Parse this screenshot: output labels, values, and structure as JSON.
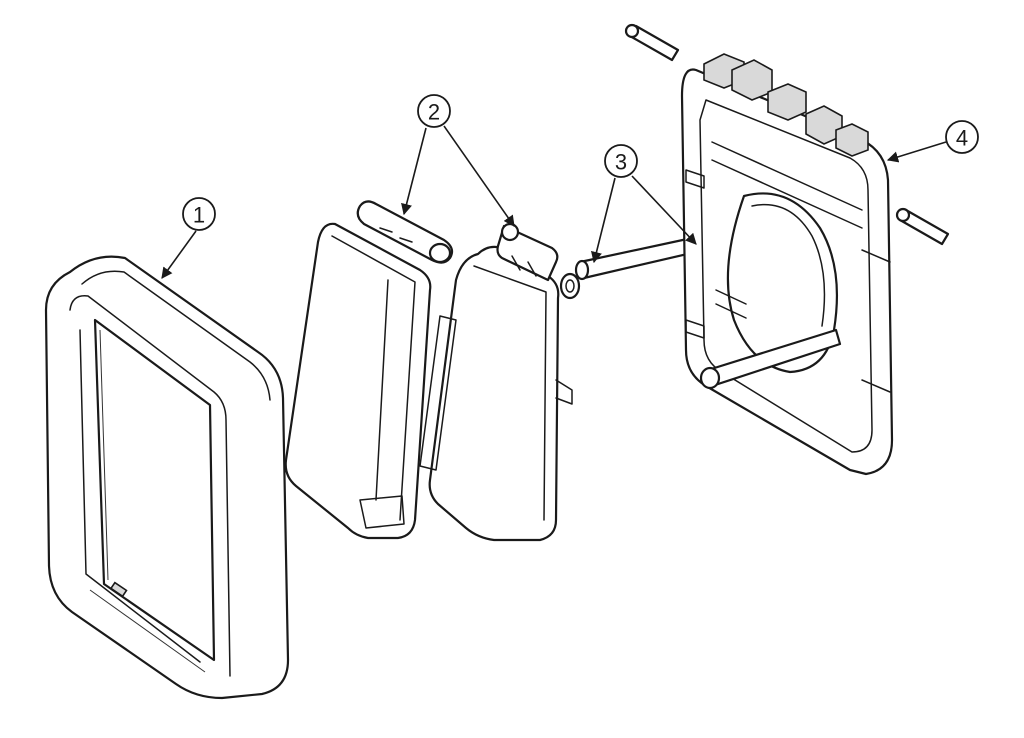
{
  "callouts": [
    {
      "id": "1",
      "label": "1"
    },
    {
      "id": "2",
      "label": "2"
    },
    {
      "id": "3",
      "label": "3"
    },
    {
      "id": "4",
      "label": "4"
    }
  ],
  "colors": {
    "stroke": "#1a1a1a",
    "fill": "#ffffff",
    "shade": "#d9d9d9"
  }
}
